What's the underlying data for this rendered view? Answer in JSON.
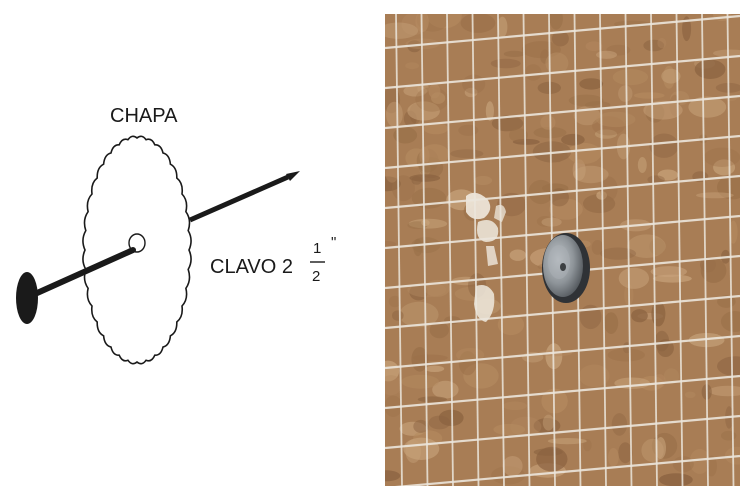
{
  "diagram": {
    "cap_label": "CHAPA",
    "nail_label_prefix": "CLAVO 2",
    "nail_fraction_numerator": "1",
    "nail_fraction_denominator": "2",
    "nail_inch_mark": "\""
  },
  "colors": {
    "line": "#1a1a1a",
    "soil_base": "#a87d55",
    "soil_dark": "#8a6240",
    "soil_light": "#c7a27a",
    "mesh_wire": "#ece6dc",
    "cap_metal": "#8e9499",
    "cap_shadow": "#3c3f42",
    "plaster_mark": "#efe9de"
  }
}
